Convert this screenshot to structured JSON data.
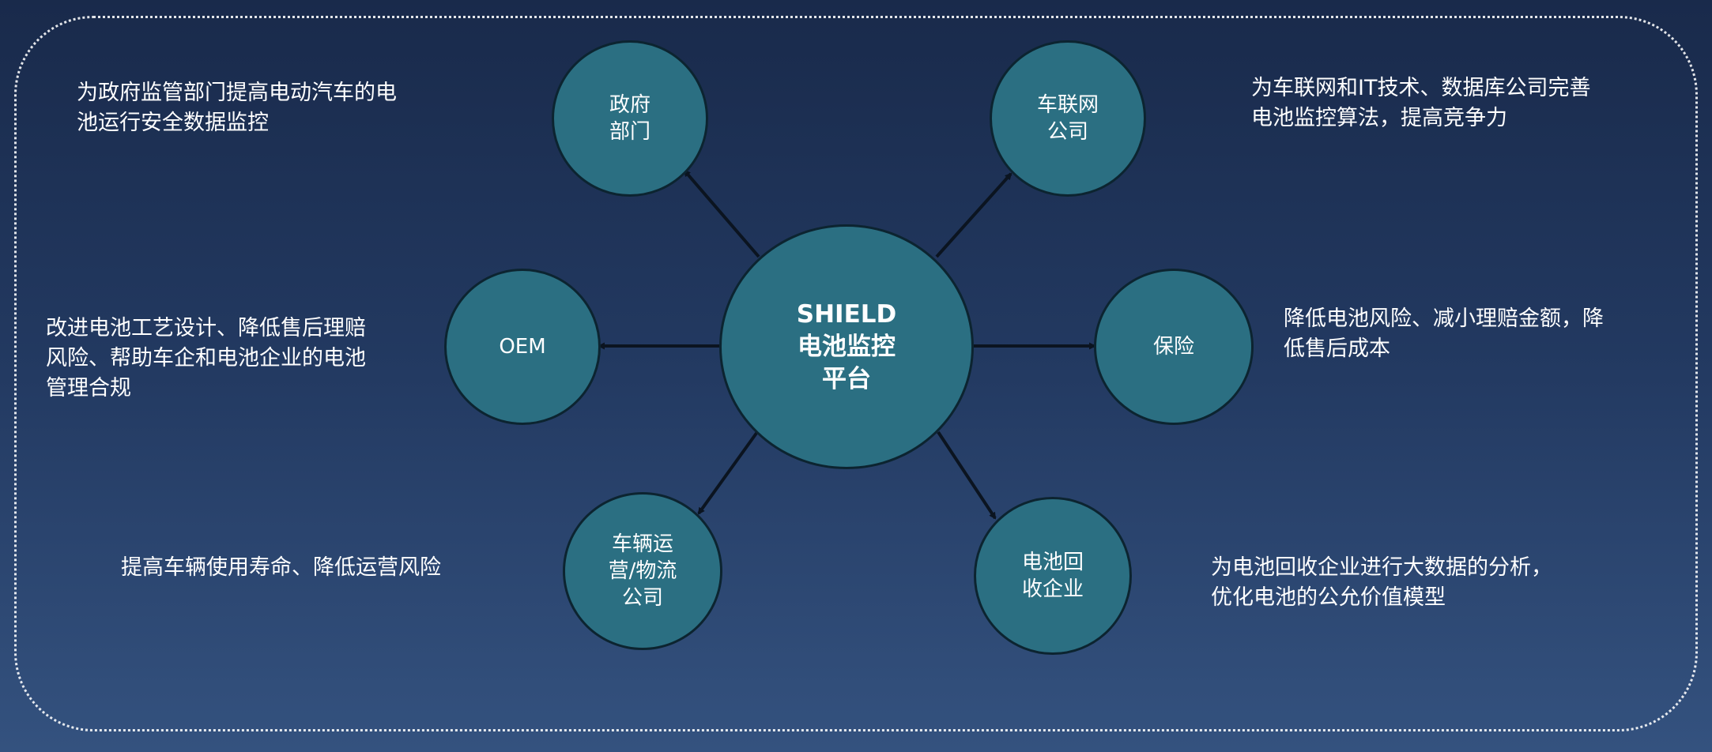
{
  "center": {
    "label": "SHIELD\n电池监控\n平台"
  },
  "nodes": {
    "gov": "政府\n部门",
    "iov": "车联网\n公司",
    "oem": "OEM",
    "insurance": "保险",
    "fleet": "车辆运\n营/物流\n公司",
    "recycling": "电池回\n收企业"
  },
  "descriptions": {
    "gov": "为政府监管部门提高电动汽车的电\n池运行安全数据监控",
    "iov": "为车联网和IT技术、数据库公司完善\n电池监控算法，提高竞争力",
    "oem": "改进电池工艺设计、降低售后理赔\n风险、帮助车企和电池企业的电池\n管理合规",
    "insurance": "降低电池风险、减小理赔金额，降\n低售后成本",
    "fleet": "提高车辆使用寿命、降低运营风险",
    "recycling": "为电池回收企业进行大数据的分析，\n优化电池的公允价值模型"
  },
  "colors": {
    "node_fill": "#2b6f82",
    "node_border": "#0c2430",
    "arrow": "#0b1420"
  }
}
